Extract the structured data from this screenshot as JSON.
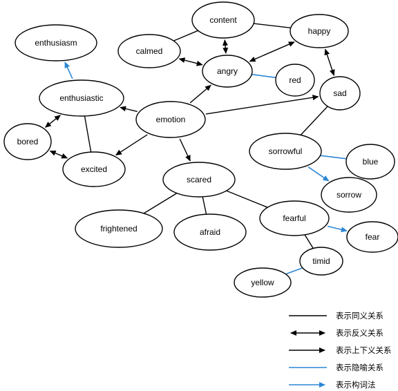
{
  "colors": {
    "black": "#000000",
    "blue": "#2a86d6"
  },
  "nodes": [
    {
      "id": "content",
      "label": "content"
    },
    {
      "id": "happy",
      "label": "happy"
    },
    {
      "id": "calmed",
      "label": "calmed"
    },
    {
      "id": "angry",
      "label": "angry"
    },
    {
      "id": "red",
      "label": "red"
    },
    {
      "id": "sad",
      "label": "sad"
    },
    {
      "id": "enthusiasm",
      "label": "enthusiasm"
    },
    {
      "id": "enthusiastic",
      "label": "enthusiastic"
    },
    {
      "id": "emotion",
      "label": "emotion"
    },
    {
      "id": "bored",
      "label": "bored"
    },
    {
      "id": "excited",
      "label": "excited"
    },
    {
      "id": "sorrowful",
      "label": "sorrowful"
    },
    {
      "id": "blue",
      "label": "blue"
    },
    {
      "id": "sorrow",
      "label": "sorrow"
    },
    {
      "id": "scared",
      "label": "scared"
    },
    {
      "id": "frightened",
      "label": "frightened"
    },
    {
      "id": "afraid",
      "label": "afraid"
    },
    {
      "id": "fearful",
      "label": "fearful"
    },
    {
      "id": "fear",
      "label": "fear"
    },
    {
      "id": "timid",
      "label": "timid"
    },
    {
      "id": "yellow",
      "label": "yellow"
    }
  ],
  "edges": [
    {
      "from": "calmed",
      "to": "content",
      "type": "synonym"
    },
    {
      "from": "content",
      "to": "happy",
      "type": "synonym"
    },
    {
      "from": "content",
      "to": "angry",
      "type": "antonym"
    },
    {
      "from": "calmed",
      "to": "angry",
      "type": "antonym"
    },
    {
      "from": "angry",
      "to": "happy",
      "type": "antonym"
    },
    {
      "from": "happy",
      "to": "sad",
      "type": "antonym"
    },
    {
      "from": "angry",
      "to": "red",
      "type": "metaphor"
    },
    {
      "from": "enthusiastic",
      "to": "enthusiasm",
      "type": "derivation"
    },
    {
      "from": "emotion",
      "to": "enthusiastic",
      "type": "hyponym"
    },
    {
      "from": "emotion",
      "to": "angry",
      "type": "hyponym"
    },
    {
      "from": "emotion",
      "to": "sad",
      "type": "hyponym"
    },
    {
      "from": "emotion",
      "to": "excited",
      "type": "hyponym"
    },
    {
      "from": "emotion",
      "to": "scared",
      "type": "hyponym"
    },
    {
      "from": "enthusiastic",
      "to": "bored",
      "type": "antonym"
    },
    {
      "from": "bored",
      "to": "excited",
      "type": "antonym"
    },
    {
      "from": "enthusiastic",
      "to": "excited",
      "type": "synonym"
    },
    {
      "from": "sad",
      "to": "sorrowful",
      "type": "synonym"
    },
    {
      "from": "sorrowful",
      "to": "blue",
      "type": "metaphor"
    },
    {
      "from": "sorrowful",
      "to": "sorrow",
      "type": "derivation"
    },
    {
      "from": "scared",
      "to": "frightened",
      "type": "synonym"
    },
    {
      "from": "scared",
      "to": "afraid",
      "type": "synonym"
    },
    {
      "from": "scared",
      "to": "fearful",
      "type": "synonym"
    },
    {
      "from": "fearful",
      "to": "fear",
      "type": "derivation"
    },
    {
      "from": "fearful",
      "to": "timid",
      "type": "synonym"
    },
    {
      "from": "timid",
      "to": "yellow",
      "type": "metaphor"
    }
  ],
  "legend": [
    {
      "type": "synonym",
      "label": "表示同义关系"
    },
    {
      "type": "antonym",
      "label": "表示反义关系"
    },
    {
      "type": "hyponym",
      "label": "表示上下义关系"
    },
    {
      "type": "metaphor",
      "label": "表示隐喻关系"
    },
    {
      "type": "derivation",
      "label": "表示构词法"
    }
  ]
}
